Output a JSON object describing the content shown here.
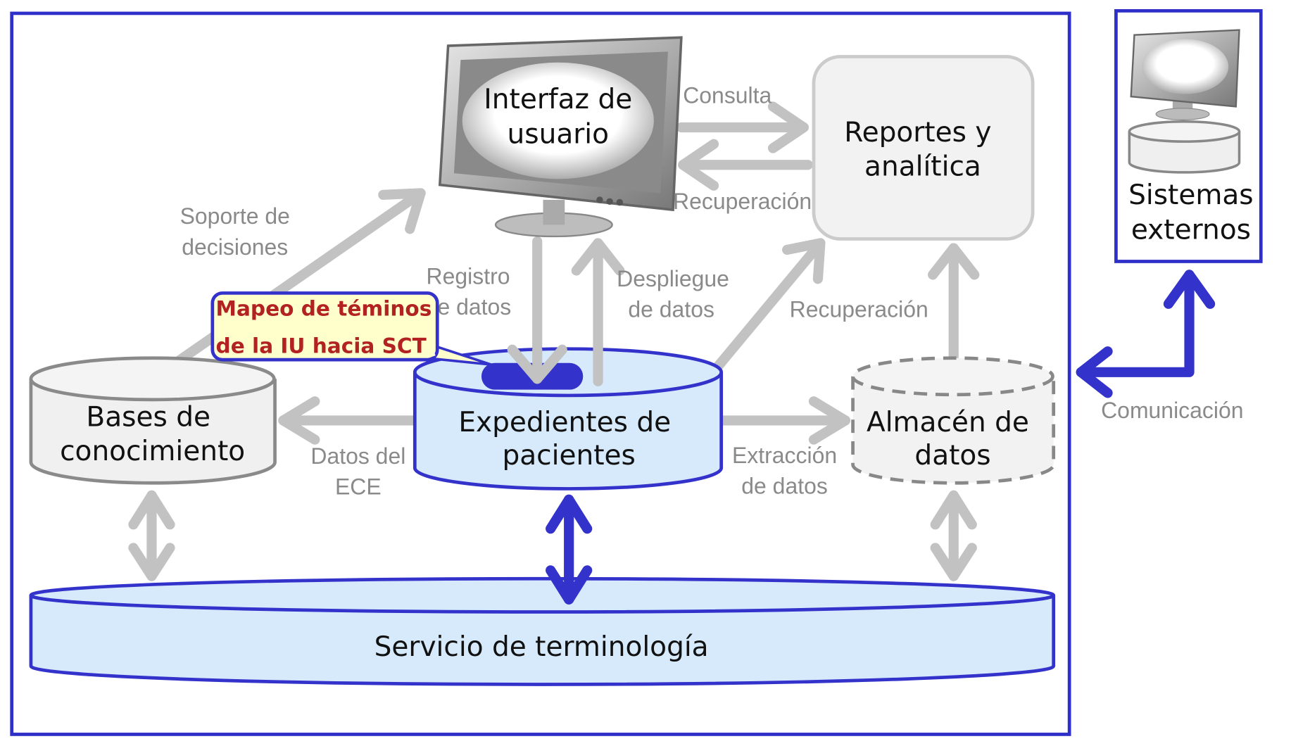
{
  "nodes": {
    "ui": "Interfaz de usuario",
    "ui_lines": [
      "Interfaz de",
      "usuario"
    ],
    "reports_lines": [
      "Reportes y",
      "analítica"
    ],
    "external_lines": [
      "Sistemas",
      "externos"
    ],
    "knowledge_lines": [
      "Bases de",
      "conocimiento"
    ],
    "records_lines": [
      "Expedientes de",
      "pacientes"
    ],
    "warehouse_lines": [
      "Almacén de",
      "datos"
    ],
    "terminology": "Servicio de terminología"
  },
  "edges": {
    "consulta": "Consulta",
    "recuperacion_top": "Recuperación",
    "soporte": [
      "Soporte de",
      "decisiones"
    ],
    "registro": [
      "Registro",
      "de datos"
    ],
    "despliegue": [
      "Despliegue",
      "de datos"
    ],
    "recuperacion_mid": "Recuperación",
    "datos_ece": [
      "Datos del",
      "ECE"
    ],
    "extraccion": [
      "Extracción",
      "de datos"
    ],
    "comunicacion": "Comunicación"
  },
  "callout": [
    "Mapeo de téminos",
    "de la IU hacia SCT"
  ],
  "colors": {
    "frame": "#2e2ec8",
    "records_fill": "#d6eafc",
    "arrow_gray": "#c2c2c2",
    "callout_fill": "#ffffcc",
    "callout_text": "#b22222"
  }
}
